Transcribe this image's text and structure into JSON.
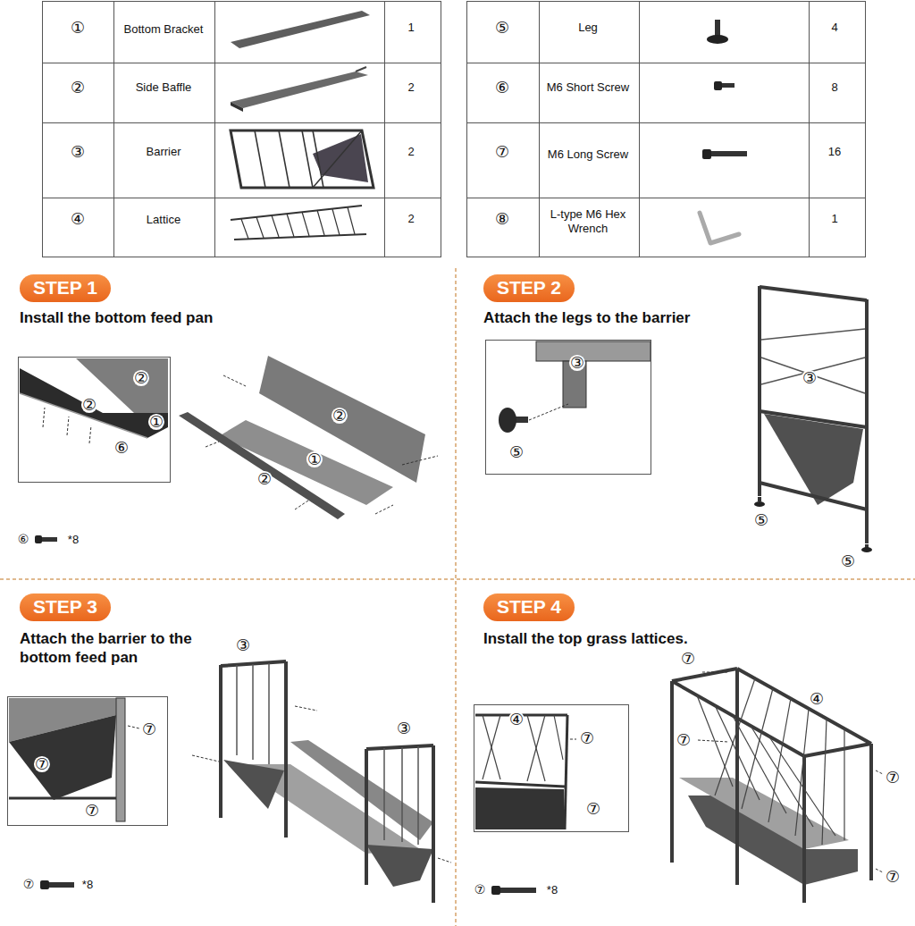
{
  "diagram": {
    "nodes": [
      {
        "text": [
          "STEP 1"
        ]
      },
      {
        "text": [
          "STEP 2"
        ]
      },
      {
        "text": [
          "STEP 3"
        ]
      },
      {
        "text": [
          "STEP 4"
        ]
      }
    ],
    "labels": [
      "①",
      "Bottom Bracket",
      "1",
      "②",
      "Side Baffle",
      "2",
      "③",
      "Barrier",
      "2",
      "④",
      "Lattice",
      "2",
      "⑤",
      "Leg",
      "4",
      "⑥",
      "M6 Short Screw",
      "8",
      "⑦",
      "M6 Long Screw",
      "16",
      "⑧",
      "L-type M6 Hex Wrench",
      "1",
      "Install the bottom feed pan",
      "②",
      "②",
      "①",
      "⑥",
      "②",
      "①",
      "②",
      "⑥",
      "*8",
      "Attach the legs to the barrier",
      "③",
      "⑤",
      "③",
      "⑤",
      "⑤",
      "Attach the barrier to the bottom feed pan",
      "⑦",
      "⑦",
      "⑦",
      "③",
      "③",
      "⑦",
      "*8",
      "Install the top grass lattices.",
      "④",
      "⑦",
      "⑦",
      "⑦",
      "④",
      "⑦",
      "⑦",
      "⑦",
      "⑦",
      "*8"
    ]
  }
}
